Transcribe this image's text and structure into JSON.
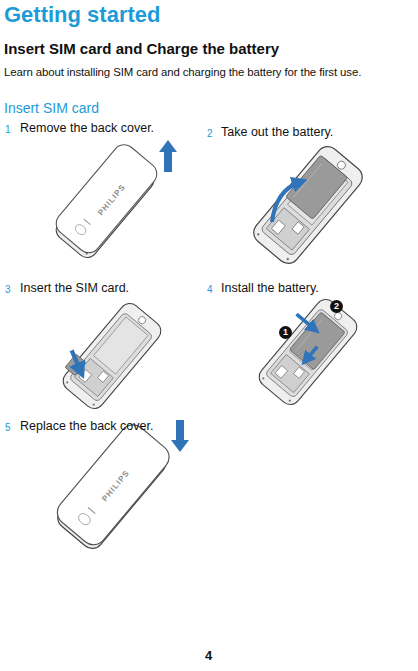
{
  "diagram": {
    "title": "Getting started",
    "labels": [
      "Insert SIM card and Charge the battery",
      "Learn about installing SIM card and charging the battery for the first use.",
      "Insert SIM card",
      "1",
      "Remove the back cover.",
      "2",
      "Take out the battery.",
      "3",
      "Insert the SIM card.",
      "4",
      "Install the battery.",
      "5",
      "Replace the back cover.",
      "1",
      "2",
      "PHILIPS",
      "PHILIPS",
      "4"
    ]
  }
}
